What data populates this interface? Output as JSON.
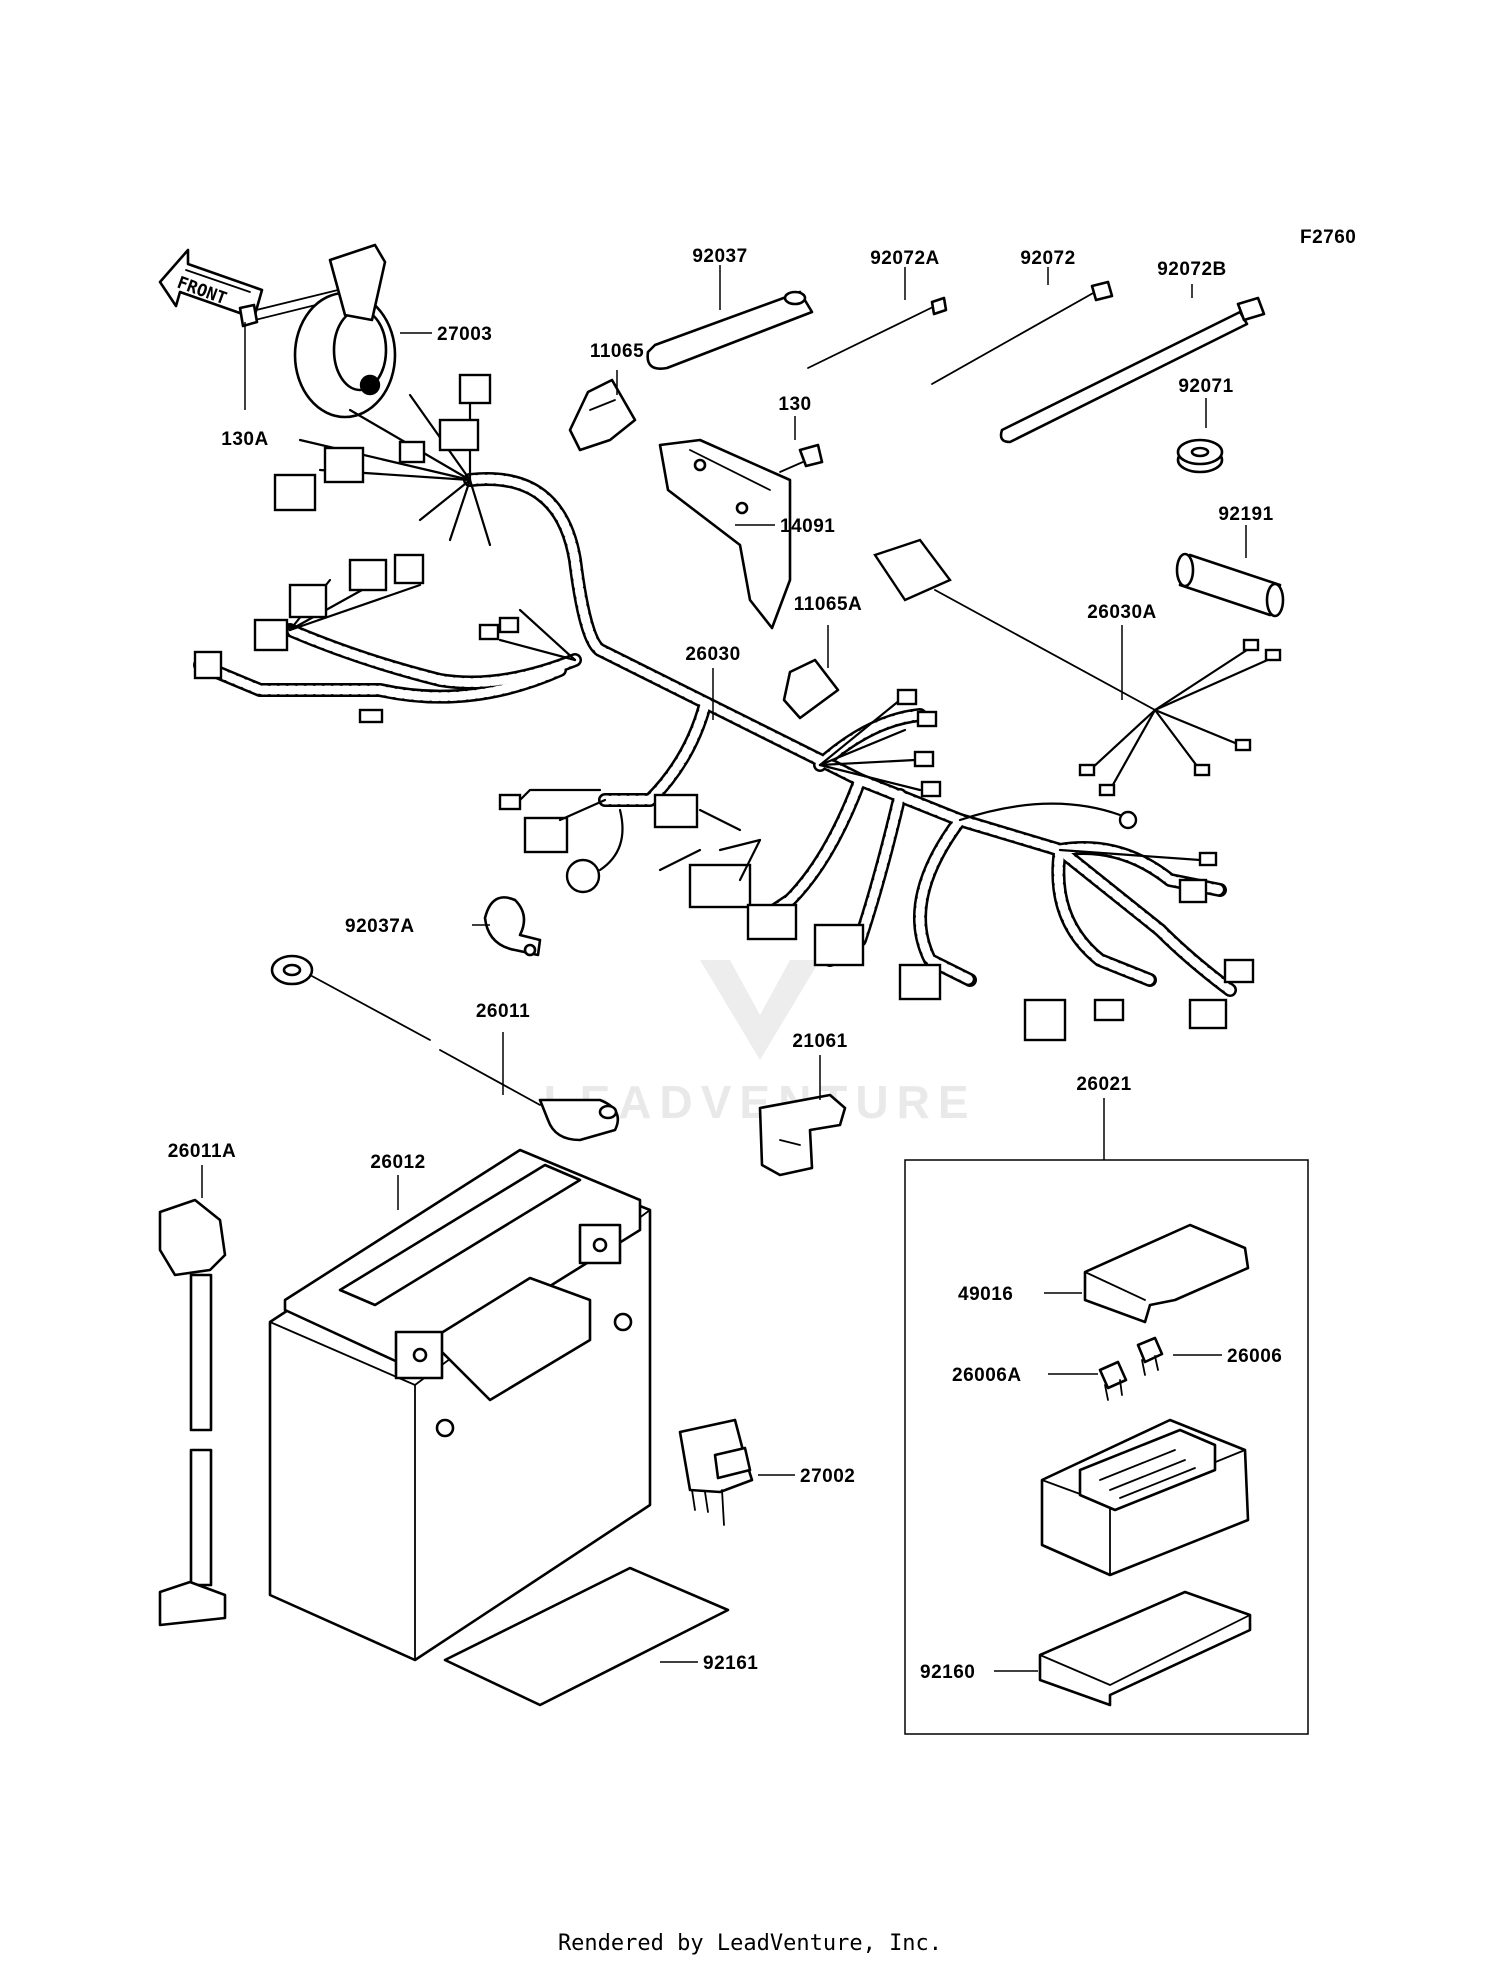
{
  "figure_code": "F2760",
  "direction_indicator": "FRONT",
  "footer": "Rendered by LeadVenture, Inc.",
  "watermark": "LEADVENTURE",
  "callouts": {
    "p92037": "92037",
    "p92072A": "92072A",
    "p92072": "92072",
    "p92072B": "92072B",
    "p27003": "27003",
    "p11065": "11065",
    "p130": "130",
    "p92071": "92071",
    "p130A": "130A",
    "p14091": "14091",
    "p92191": "92191",
    "p11065A": "11065A",
    "p26030A": "26030A",
    "p26030": "26030",
    "p92037A": "92037A",
    "p26011": "26011",
    "p21061": "21061",
    "p26021": "26021",
    "p26011A": "26011A",
    "p26012": "26012",
    "p49016": "49016",
    "p26006": "26006",
    "p26006A": "26006A",
    "p27002": "27002",
    "p92161": "92161",
    "p92160": "92160"
  }
}
